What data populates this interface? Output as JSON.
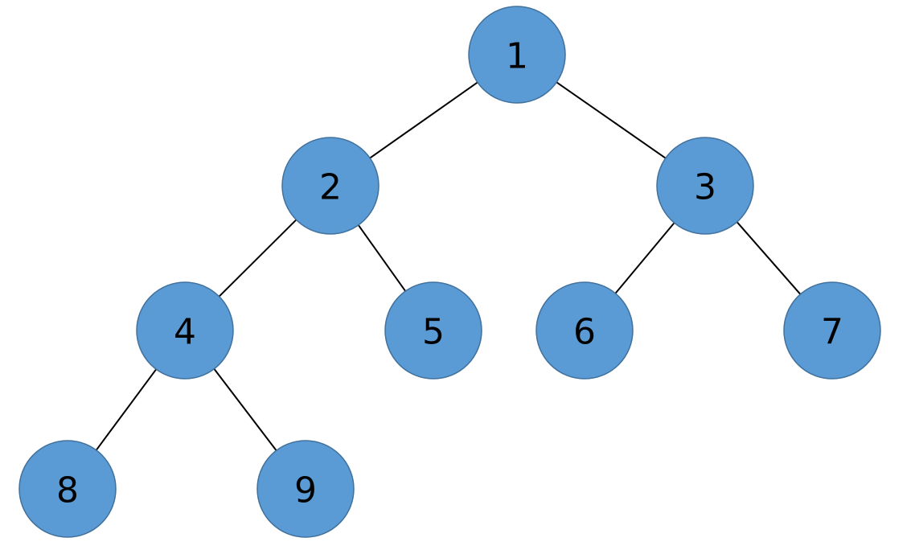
{
  "diagram": {
    "type": "binary-tree",
    "node_color": "#5b9bd5",
    "node_border_color": "#41719c",
    "edge_color": "#000000",
    "nodes": [
      {
        "id": "1",
        "label": "1"
      },
      {
        "id": "2",
        "label": "2"
      },
      {
        "id": "3",
        "label": "3"
      },
      {
        "id": "4",
        "label": "4"
      },
      {
        "id": "5",
        "label": "5"
      },
      {
        "id": "6",
        "label": "6"
      },
      {
        "id": "7",
        "label": "7"
      },
      {
        "id": "8",
        "label": "8"
      },
      {
        "id": "9",
        "label": "9"
      }
    ],
    "edges": [
      {
        "from": "1",
        "to": "2"
      },
      {
        "from": "1",
        "to": "3"
      },
      {
        "from": "2",
        "to": "4"
      },
      {
        "from": "2",
        "to": "5"
      },
      {
        "from": "3",
        "to": "6"
      },
      {
        "from": "3",
        "to": "7"
      },
      {
        "from": "4",
        "to": "8"
      },
      {
        "from": "4",
        "to": "9"
      }
    ]
  }
}
